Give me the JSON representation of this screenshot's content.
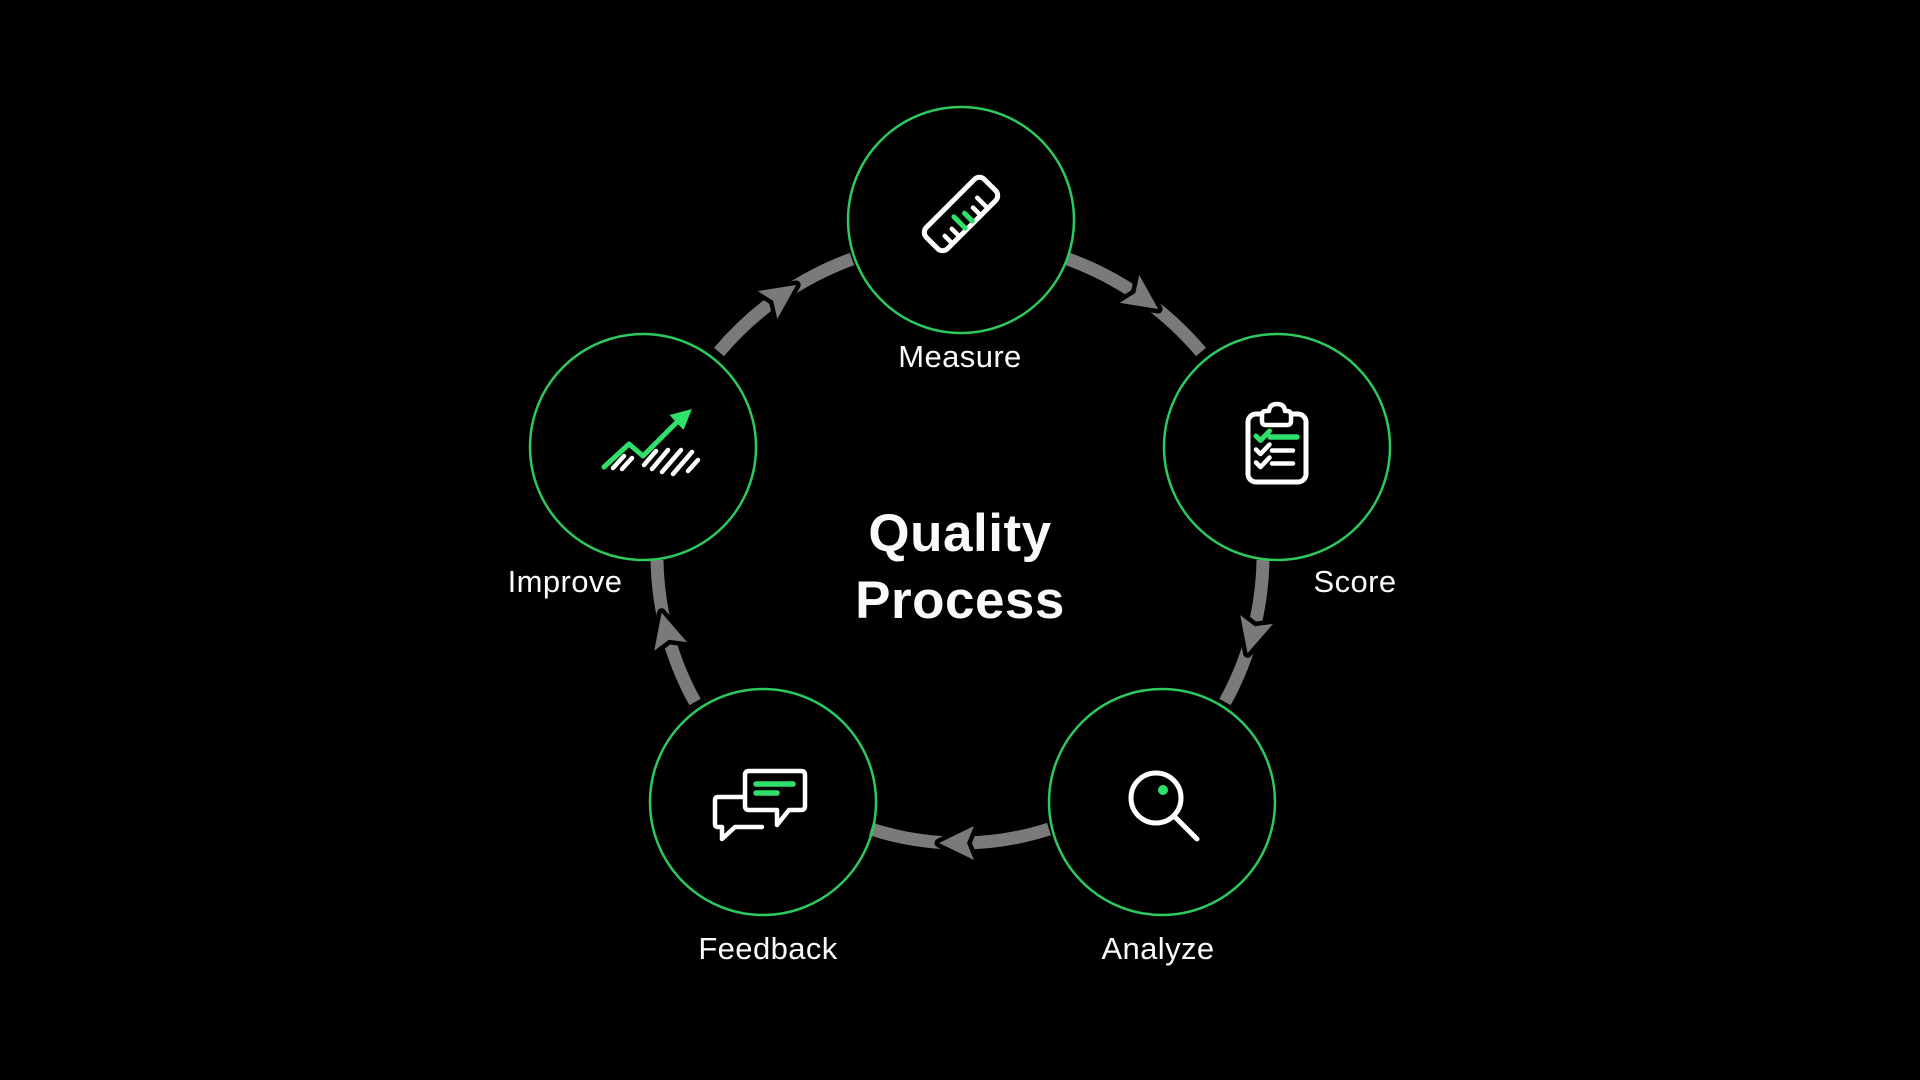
{
  "title": {
    "line1": "Quality",
    "line2": "Process"
  },
  "diagram_type": "circular-process-cycle",
  "flow": {
    "direction": "clockwise",
    "sequence": [
      "Measure",
      "Score",
      "Analyze",
      "Feedback",
      "Improve"
    ]
  },
  "nodes": [
    {
      "id": "measure",
      "label": "Measure",
      "icon": "ruler-icon"
    },
    {
      "id": "score",
      "label": "Score",
      "icon": "clipboard-checklist-icon"
    },
    {
      "id": "analyze",
      "label": "Analyze",
      "icon": "magnifier-icon"
    },
    {
      "id": "feedback",
      "label": "Feedback",
      "icon": "chat-bubbles-icon"
    },
    {
      "id": "improve",
      "label": "Improve",
      "icon": "trending-up-icon"
    }
  ],
  "arrows": [
    {
      "from": "Measure",
      "to": "Score"
    },
    {
      "from": "Score",
      "to": "Analyze"
    },
    {
      "from": "Analyze",
      "to": "Feedback"
    },
    {
      "from": "Feedback",
      "to": "Improve"
    },
    {
      "from": "Improve",
      "to": "Measure"
    }
  ],
  "colors": {
    "background": "#000000",
    "circle": "#2CC95F",
    "icon_green": "#2FE06A",
    "icon_white": "#FFFFFF",
    "arrow": "#7A7A7A",
    "text": "#FAFAFA"
  }
}
